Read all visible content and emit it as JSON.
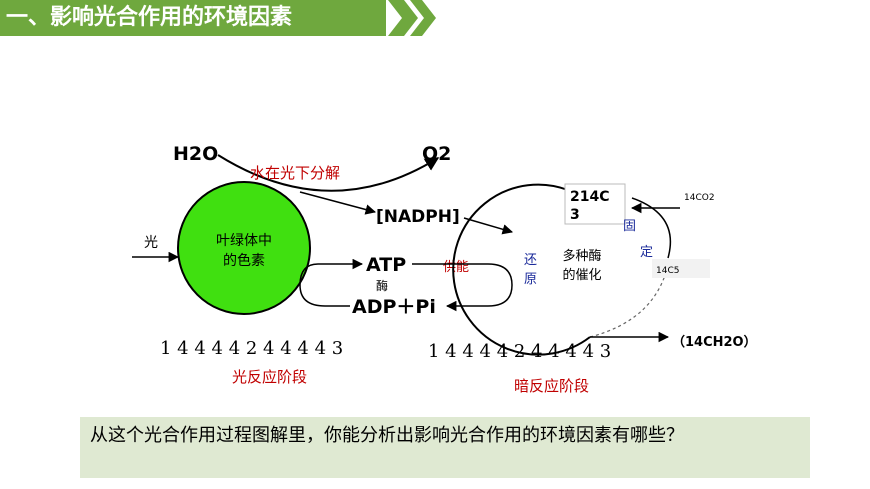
{
  "header": {
    "title": "一、影响光合作用的环境因素",
    "accent_color": "#6fa83e"
  },
  "diagram": {
    "h2o": "H2O",
    "o2": "O2",
    "water_split": "水在光下分解",
    "light": "光",
    "pigment_line1": "叶绿体中",
    "pigment_line2": "的色素",
    "nadph": "[NADPH]",
    "atp": "ATP",
    "enzyme": "酶",
    "adp_pi": "ADP＋Pi",
    "energy_supply": "供能",
    "c3_line1": "214C",
    "c3_line2": "3",
    "co2": "14CO2",
    "fix1": "固",
    "fix2": "定",
    "reduce1": "还",
    "reduce2": "原",
    "enzymes_line1": "多种酶",
    "enzymes_line2": "的催化",
    "c5": "14C5",
    "product": "（14CH2O）",
    "seq_left": "1 4 4 4 4 2 4 4 4 4 3",
    "seq_right": "1 4 4 4 4 2 4 4 4 4 3",
    "light_stage": "光反应阶段",
    "dark_stage": "暗反应阶段",
    "pigment_color": "#40e010"
  },
  "question": {
    "text": "从这个光合作用过程图解里，你能分析出影响光合作用的环境因素有哪些？"
  }
}
